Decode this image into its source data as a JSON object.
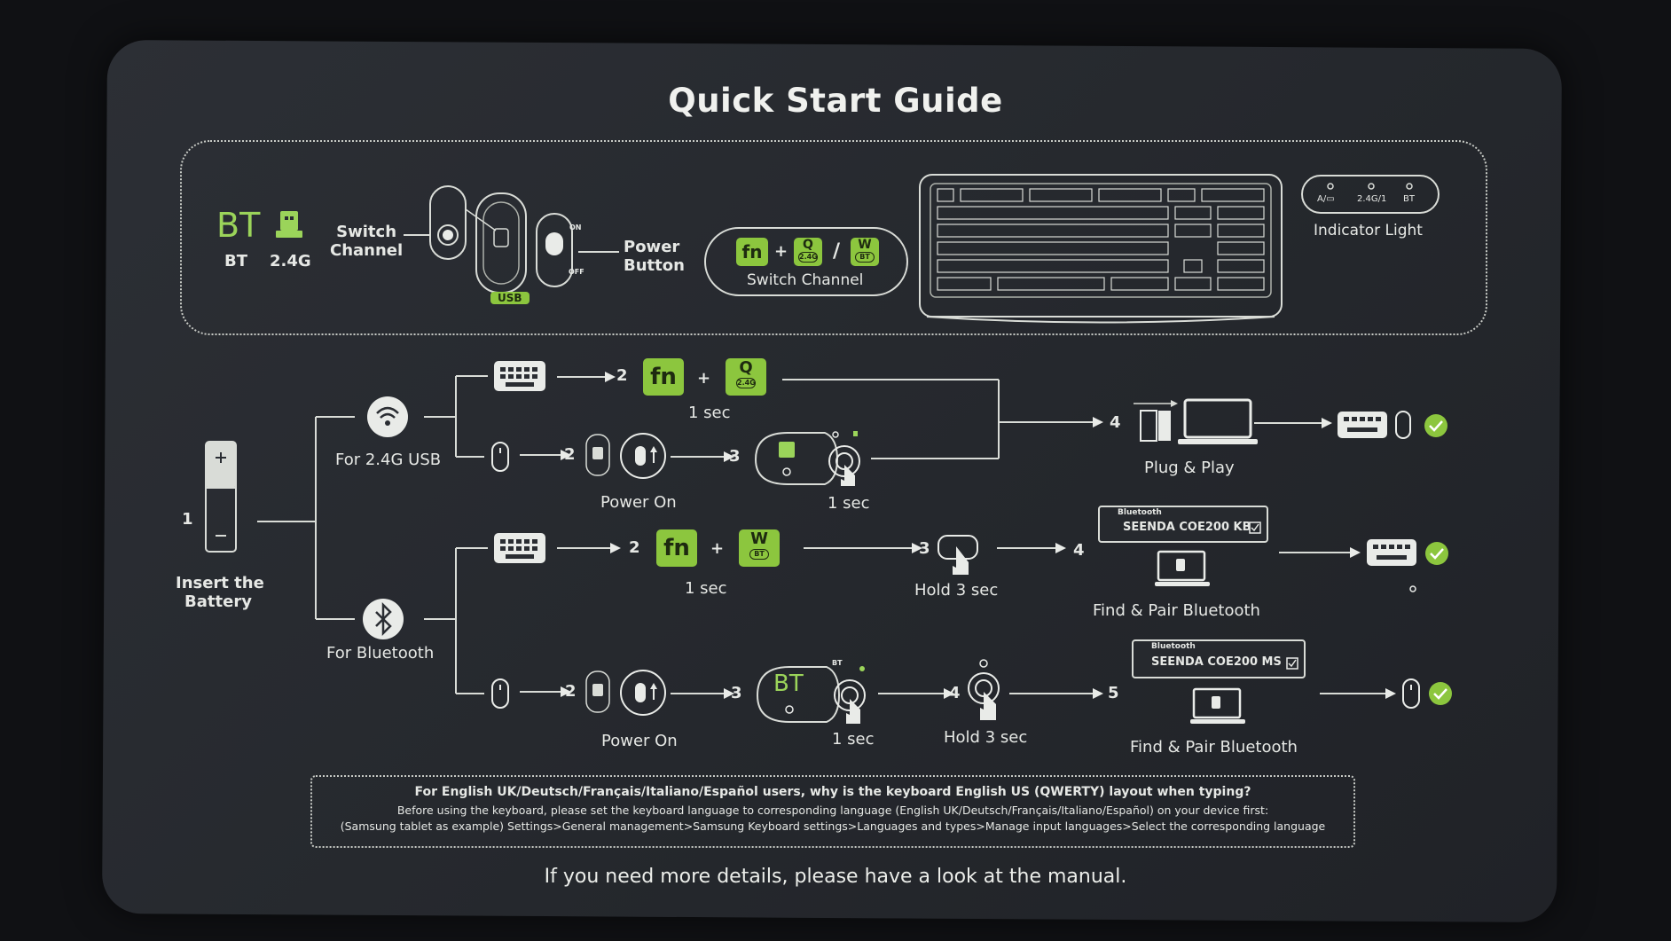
{
  "title": "Quick Start Guide",
  "header": {
    "bt_symbol": "BT",
    "bt_label": "BT",
    "usb_label": "2.4G",
    "switch_channel": [
      "Switch",
      "Channel"
    ],
    "usb_tag": "USB",
    "power_button": [
      "Power",
      "Button"
    ],
    "on": "ON",
    "off": "OFF",
    "combo_plus": "+",
    "combo_slash": "/",
    "switch_channel_label": "Switch Channel",
    "indicators": [
      "A/▭",
      "2.4G/1",
      "BT"
    ],
    "indicator_light": "Indicator Light"
  },
  "keys": {
    "fn": "fn",
    "q": "Q",
    "q_sub": "2.4G",
    "w": "W",
    "w_sub": "BT",
    "bt": "BT"
  },
  "steps": {
    "insert_battery": [
      "Insert the",
      "Battery"
    ],
    "step1": "1",
    "for_usb": "For 2.4G USB",
    "for_bt": "For Bluetooth",
    "n2": "2",
    "n3": "3",
    "n4": "4",
    "n5": "5",
    "plus": "+",
    "one_sec": "1 sec",
    "power_on": "Power On",
    "plug_play": "Plug & Play",
    "hold_3": "Hold 3 sec",
    "find_pair": "Find & Pair Bluetooth",
    "bt_header": "Bluetooth",
    "device_kb": "SEENDA COE200 KB",
    "device_ms": "SEENDA COE200 MS",
    "bt_tag": "BT"
  },
  "note": {
    "line1": "For English UK/Deutsch/Français/Italiano/Español users, why is the keyboard English US (QWERTY) layout when typing?",
    "line2": "Before using the keyboard, please set the keyboard language to corresponding language (English UK/Deutsch/Français/Italiano/Español) on your device first:",
    "line3": "(Samsung tablet as example) Settings>General management>Samsung Keyboard settings>Languages and types>Manage input languages>Select the corresponding language"
  },
  "footer": "If you need more details, please have a look at the manual.",
  "colors": {
    "accent": "#8cc63e",
    "card": "#2a2d32",
    "line": "#d9dcd7"
  }
}
